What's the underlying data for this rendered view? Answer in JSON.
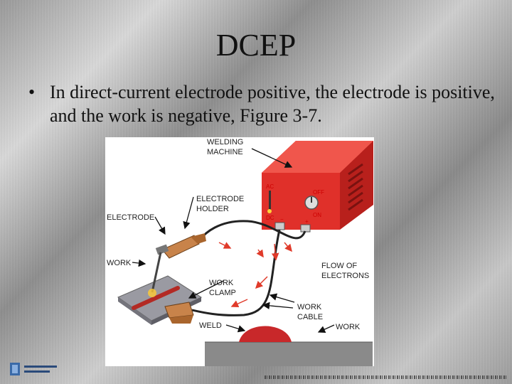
{
  "slide": {
    "title": "DCEP",
    "bullet_symbol": "•",
    "bullet_text": "In direct-current electrode positive, the electrode is positive, and the work is negative, Figure 3-7."
  },
  "figure": {
    "labels": {
      "welding_machine_1": "WELDING",
      "welding_machine_2": "MACHINE",
      "electrode_holder_1": "ELECTRODE",
      "electrode_holder_2": "HOLDER",
      "electrode": "ELECTRODE",
      "work_left": "WORK",
      "work_clamp_1": "WORK",
      "work_clamp_2": "CLAMP",
      "flow_1": "FLOW OF",
      "flow_2": "ELECTRONS",
      "work_cable_1": "WORK",
      "work_cable_2": "CABLE",
      "weld": "WELD",
      "work_right": "WORK"
    },
    "machine": {
      "ac": "AC",
      "dc": "DC",
      "off": "OFF",
      "on": "ON",
      "minus": "−",
      "plus": "+"
    }
  },
  "colors": {
    "machine_red": "#e0302a",
    "cable": "#222222",
    "flow_arrow": "#e03a2a",
    "weld_bead": "#c8282a"
  }
}
